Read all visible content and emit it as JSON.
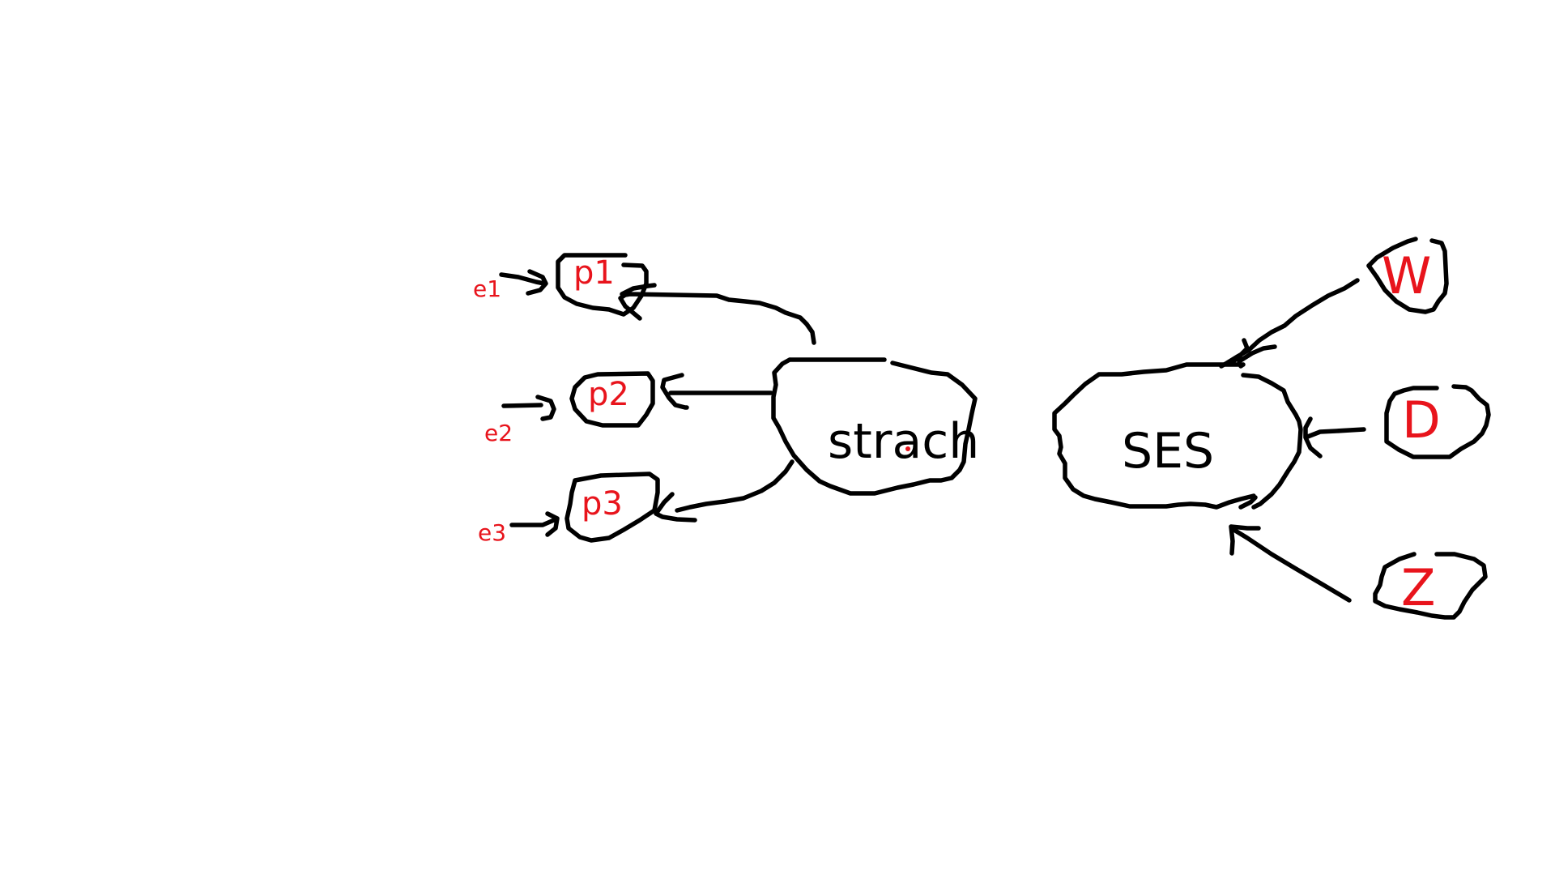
{
  "colors": {
    "ink": "#000000",
    "accent": "#e8141c",
    "background": "#ffffff"
  },
  "diagram": {
    "nodes": {
      "p1": "p1",
      "p2": "p2",
      "p3": "p3",
      "strach": "strach",
      "ses": "SES",
      "w": "W",
      "d": "D",
      "z": "Z"
    },
    "errors": {
      "e1": "e1",
      "e2": "e2",
      "e3": "e3"
    },
    "edges": [
      {
        "from": "strach",
        "to": "p1"
      },
      {
        "from": "strach",
        "to": "p2"
      },
      {
        "from": "strach",
        "to": "p3"
      },
      {
        "from": "e1",
        "to": "p1"
      },
      {
        "from": "e2",
        "to": "p2"
      },
      {
        "from": "e3",
        "to": "p3"
      },
      {
        "from": "W",
        "to": "SES"
      },
      {
        "from": "D",
        "to": "SES"
      },
      {
        "from": "Z",
        "to": "SES"
      }
    ]
  }
}
